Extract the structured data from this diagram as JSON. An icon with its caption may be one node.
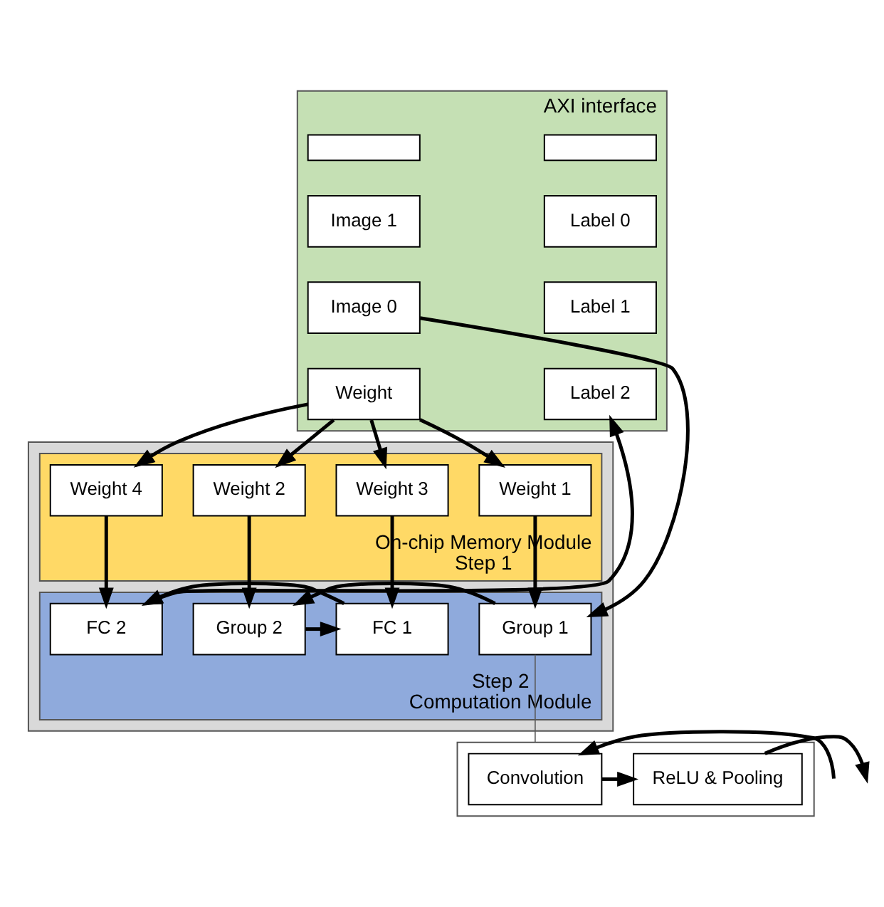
{
  "diagram": {
    "nodes": [
      {
        "text": [
          "AXI interface"
        ]
      },
      {
        "text": [],
        "shape": "box",
        "in": 0
      },
      {
        "text": [
          "Image 1"
        ],
        "in": 0
      },
      {
        "text": [
          "Image 0"
        ],
        "in": 0
      },
      {
        "text": [
          "Weight"
        ],
        "in": 0
      },
      {
        "text": [],
        "shape": "box",
        "in": 0
      },
      {
        "text": [
          "Label 0"
        ],
        "in": 0
      },
      {
        "text": [
          "Label 1"
        ],
        "in": 0
      },
      {
        "text": [
          "Label 2"
        ],
        "in": 0
      },
      {
        "text": [],
        "shape": "box"
      },
      {
        "text": [
          "On-chip Memory Module",
          "Step 1"
        ],
        "in": 9
      },
      {
        "text": [
          "Weight 1"
        ],
        "in": 10
      },
      {
        "text": [
          "Weight 2"
        ],
        "in": 10
      },
      {
        "text": [
          "Weight 3"
        ],
        "in": 10
      },
      {
        "text": [
          "Weight 4"
        ],
        "in": 10
      },
      {
        "text": [
          "Step 2",
          "Computation Module"
        ],
        "in": 9
      },
      {
        "text": [
          "Group 1"
        ],
        "in": 15
      },
      {
        "text": [
          "Group 2"
        ],
        "in": 15
      },
      {
        "text": [
          "FC 1"
        ],
        "in": 15
      },
      {
        "text": [
          "FC 2"
        ],
        "in": 15
      },
      {
        "text": [],
        "shape": "box"
      },
      {
        "text": [
          "Convolution"
        ],
        "in": 20
      },
      {
        "text": [
          "ReLU & Pooling"
        ],
        "in": 20
      }
    ],
    "edges": [
      {
        "from": 3,
        "to": 16,
        "arrow": "to"
      },
      {
        "from": 4,
        "to": 11,
        "arrow": "to"
      },
      {
        "from": 4,
        "to": 12,
        "arrow": "to"
      },
      {
        "from": 4,
        "to": 13,
        "arrow": "to"
      },
      {
        "from": 4,
        "to": 14,
        "arrow": "to"
      },
      {
        "from": 11,
        "to": 16,
        "arrow": "to"
      },
      {
        "from": 12,
        "to": 17,
        "arrow": "to"
      },
      {
        "from": 13,
        "to": 18,
        "arrow": "to"
      },
      {
        "from": 14,
        "to": 19,
        "arrow": "to"
      },
      {
        "from": 16,
        "to": 17,
        "arrow": "to"
      },
      {
        "from": 17,
        "to": 18,
        "arrow": "to"
      },
      {
        "from": 18,
        "to": 19,
        "arrow": "to"
      },
      {
        "from": 19,
        "to": 8,
        "arrow": "to"
      },
      {
        "from": 16,
        "to": 20,
        "arrow": "none",
        "color": "#595959"
      },
      {
        "from": null,
        "to": 21,
        "arrow": "to"
      },
      {
        "from": 21,
        "to": 22,
        "arrow": "to"
      },
      {
        "from": 22,
        "to": null,
        "arrow": "to"
      }
    ]
  }
}
